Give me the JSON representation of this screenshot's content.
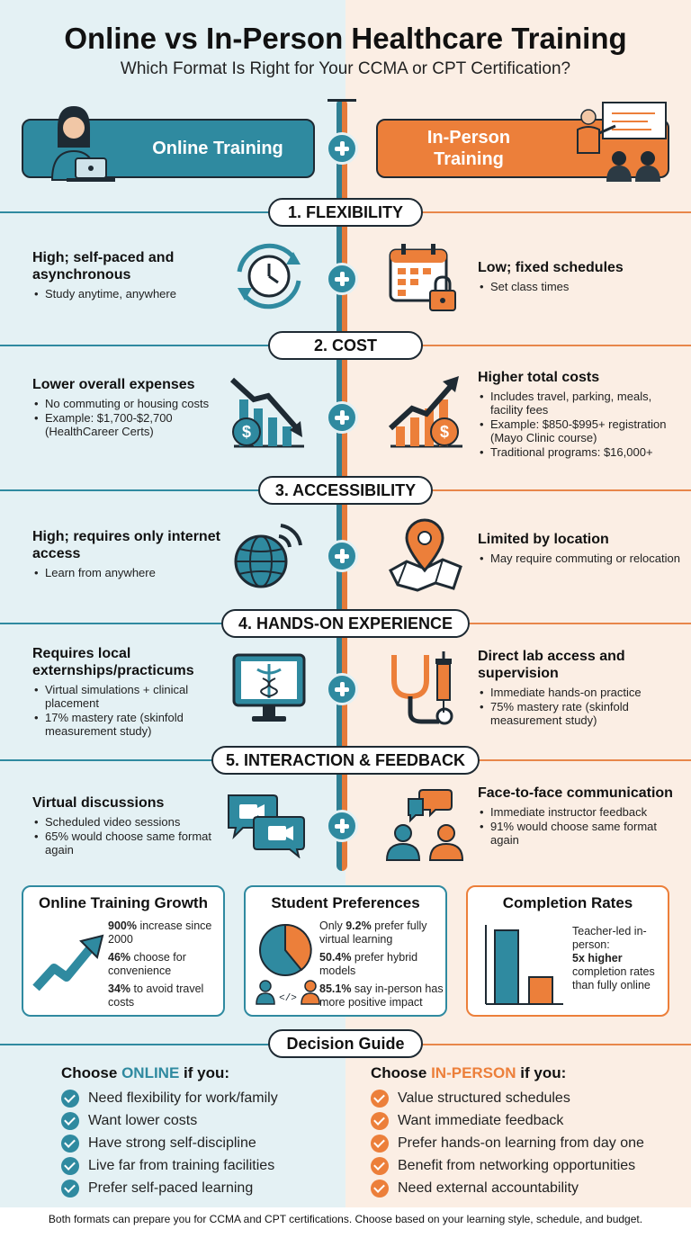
{
  "header": {
    "title": "Online vs In-Person Healthcare Training",
    "subtitle": "Which Format Is Right for Your CCMA or CPT Certification?"
  },
  "banners": {
    "online": "Online Training",
    "inperson_line1": "In-Person",
    "inperson_line2": "Training"
  },
  "colors": {
    "online": "#2f8aa0",
    "inperson": "#ec7f3a",
    "dark": "#1e2a33"
  },
  "sections": [
    {
      "label": "1. FLEXIBILITY",
      "online": {
        "heading": "High; self-paced and asynchronous",
        "bullets": [
          "Study anytime, anywhere"
        ],
        "icon": "clock-refresh-icon"
      },
      "inperson": {
        "heading": "Low; fixed schedules",
        "bullets": [
          "Set class times"
        ],
        "icon": "calendar-lock-icon"
      }
    },
    {
      "label": "2. COST",
      "online": {
        "heading": "Lower overall expenses",
        "bullets": [
          "No commuting or housing costs",
          "Example: $1,700-$2,700 (HealthCareer Certs)"
        ],
        "icon": "chart-down-dollar-icon"
      },
      "inperson": {
        "heading": "Higher total costs",
        "bullets": [
          "Includes travel, parking, meals, facility fees",
          "Example: $850-$995+ registration (Mayo Clinic course)",
          "Traditional programs: $16,000+"
        ],
        "icon": "chart-up-dollar-icon"
      }
    },
    {
      "label": "3. ACCESSIBILITY",
      "online": {
        "heading": "High; requires only internet access",
        "bullets": [
          "Learn from anywhere"
        ],
        "icon": "globe-wifi-icon"
      },
      "inperson": {
        "heading": "Limited by location",
        "bullets": [
          "May require commuting or relocation"
        ],
        "icon": "map-pin-icon"
      }
    },
    {
      "label": "4. HANDS-ON EXPERIENCE",
      "online": {
        "heading": "Requires local externships/practicums",
        "bullets": [
          "Virtual simulations + clinical placement",
          "17% mastery rate (skinfold measurement study)"
        ],
        "icon": "monitor-caduceus-icon"
      },
      "inperson": {
        "heading": "Direct lab access and supervision",
        "bullets": [
          "Immediate hands-on practice",
          "75% mastery rate (skinfold measurement study)"
        ],
        "icon": "stethoscope-syringe-icon"
      }
    },
    {
      "label": "5. INTERACTION & FEEDBACK",
      "online": {
        "heading": "Virtual discussions",
        "bullets": [
          "Scheduled video sessions",
          "65% would choose same format again"
        ],
        "icon": "video-chat-icon"
      },
      "inperson": {
        "heading": "Face-to-face communication",
        "bullets": [
          "Immediate instructor feedback",
          "91% would choose same format again"
        ],
        "icon": "people-chat-icon"
      }
    }
  ],
  "cards": {
    "growth": {
      "title": "Online Training Growth",
      "stats": [
        {
          "bold": "900%",
          "text": " increase since 2000"
        },
        {
          "bold": "46%",
          "text": " choose for convenience"
        },
        {
          "bold": "34%",
          "text": " to avoid travel costs"
        }
      ]
    },
    "preferences": {
      "title": "Student Preferences",
      "stats": [
        {
          "pre": "Only ",
          "bold": "9.2%",
          "text": " prefer fully virtual learning"
        },
        {
          "pre": "",
          "bold": "50.4%",
          "text": " prefer hybrid models"
        },
        {
          "pre": "",
          "bold": "85.1%",
          "text": " say in-person has more positive impact"
        }
      ]
    },
    "completion": {
      "title": "Completion Rates",
      "line1": "Teacher-led in-person:",
      "bold": "5x higher",
      "line2": "completion rates than fully online"
    }
  },
  "guide": {
    "title": "Decision Guide",
    "online": {
      "prefix": "Choose ",
      "accent": "ONLINE",
      "suffix": " if you:",
      "items": [
        "Need flexibility for work/family",
        "Want lower costs",
        "Have strong self-discipline",
        "Live far from training facilities",
        "Prefer self-paced learning"
      ]
    },
    "inperson": {
      "prefix": "Choose ",
      "accent": "IN-PERSON",
      "suffix": " if you:",
      "items": [
        "Value structured schedules",
        "Want immediate feedback",
        "Prefer hands-on learning from day one",
        "Benefit from networking opportunities",
        "Need external accountability"
      ]
    }
  },
  "footer": "Both formats can prepare you for CCMA and CPT certifications. Choose based on your learning style, schedule, and budget."
}
